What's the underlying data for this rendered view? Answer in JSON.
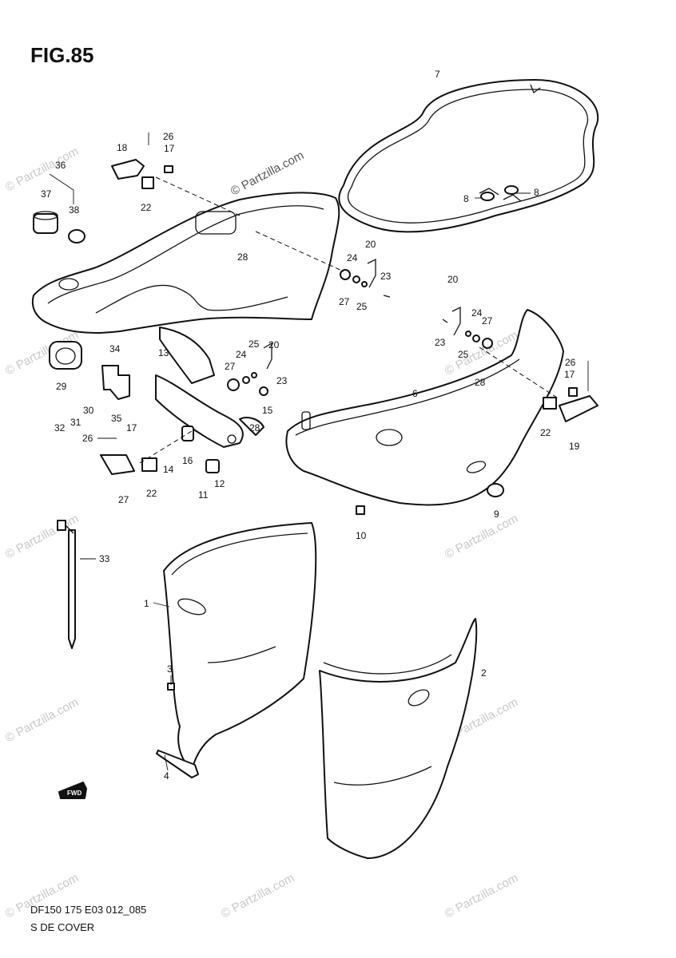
{
  "figure": {
    "title": "FIG.85",
    "code": "DF150 175 E03 012_085",
    "name": "S DE COVER"
  },
  "watermark": {
    "brand": "© Partzilla.com"
  },
  "callouts": [
    {
      "id": "c1",
      "label": "1"
    },
    {
      "id": "c2",
      "label": "2"
    },
    {
      "id": "c3",
      "label": "3"
    },
    {
      "id": "c4",
      "label": "4"
    },
    {
      "id": "c6",
      "label": "6"
    },
    {
      "id": "c7",
      "label": "7"
    },
    {
      "id": "c8a",
      "label": "8"
    },
    {
      "id": "c8b",
      "label": "8"
    },
    {
      "id": "c9",
      "label": "9"
    },
    {
      "id": "c10",
      "label": "10"
    },
    {
      "id": "c11",
      "label": "11"
    },
    {
      "id": "c12",
      "label": "12"
    },
    {
      "id": "c13",
      "label": "13"
    },
    {
      "id": "c14",
      "label": "14"
    },
    {
      "id": "c15",
      "label": "15"
    },
    {
      "id": "c16",
      "label": "16"
    },
    {
      "id": "c17a",
      "label": "17"
    },
    {
      "id": "c17b",
      "label": "17"
    },
    {
      "id": "c17c",
      "label": "17"
    },
    {
      "id": "c18",
      "label": "18"
    },
    {
      "id": "c19",
      "label": "19"
    },
    {
      "id": "c20a",
      "label": "20"
    },
    {
      "id": "c20b",
      "label": "20"
    },
    {
      "id": "c20c",
      "label": "20"
    },
    {
      "id": "c22a",
      "label": "22"
    },
    {
      "id": "c22b",
      "label": "22"
    },
    {
      "id": "c22c",
      "label": "22"
    },
    {
      "id": "c23a",
      "label": "23"
    },
    {
      "id": "c23b",
      "label": "23"
    },
    {
      "id": "c23c",
      "label": "23"
    },
    {
      "id": "c24a",
      "label": "24"
    },
    {
      "id": "c24b",
      "label": "24"
    },
    {
      "id": "c24c",
      "label": "24"
    },
    {
      "id": "c25a",
      "label": "25"
    },
    {
      "id": "c25b",
      "label": "25"
    },
    {
      "id": "c25c",
      "label": "25"
    },
    {
      "id": "c26a",
      "label": "26"
    },
    {
      "id": "c26b",
      "label": "26"
    },
    {
      "id": "c26c",
      "label": "26"
    },
    {
      "id": "c27a",
      "label": "27"
    },
    {
      "id": "c27b",
      "label": "27"
    },
    {
      "id": "c27c",
      "label": "27"
    },
    {
      "id": "c27d",
      "label": "27"
    },
    {
      "id": "c28a",
      "label": "28"
    },
    {
      "id": "c28b",
      "label": "28"
    },
    {
      "id": "c28c",
      "label": "28"
    },
    {
      "id": "c29",
      "label": "29"
    },
    {
      "id": "c30",
      "label": "30"
    },
    {
      "id": "c31",
      "label": "31"
    },
    {
      "id": "c32",
      "label": "32"
    },
    {
      "id": "c33",
      "label": "33"
    },
    {
      "id": "c34",
      "label": "34"
    },
    {
      "id": "c35",
      "label": "35"
    },
    {
      "id": "c36",
      "label": "36"
    },
    {
      "id": "c37",
      "label": "37"
    },
    {
      "id": "c38",
      "label": "38"
    }
  ],
  "fwd_badge": "FWD"
}
